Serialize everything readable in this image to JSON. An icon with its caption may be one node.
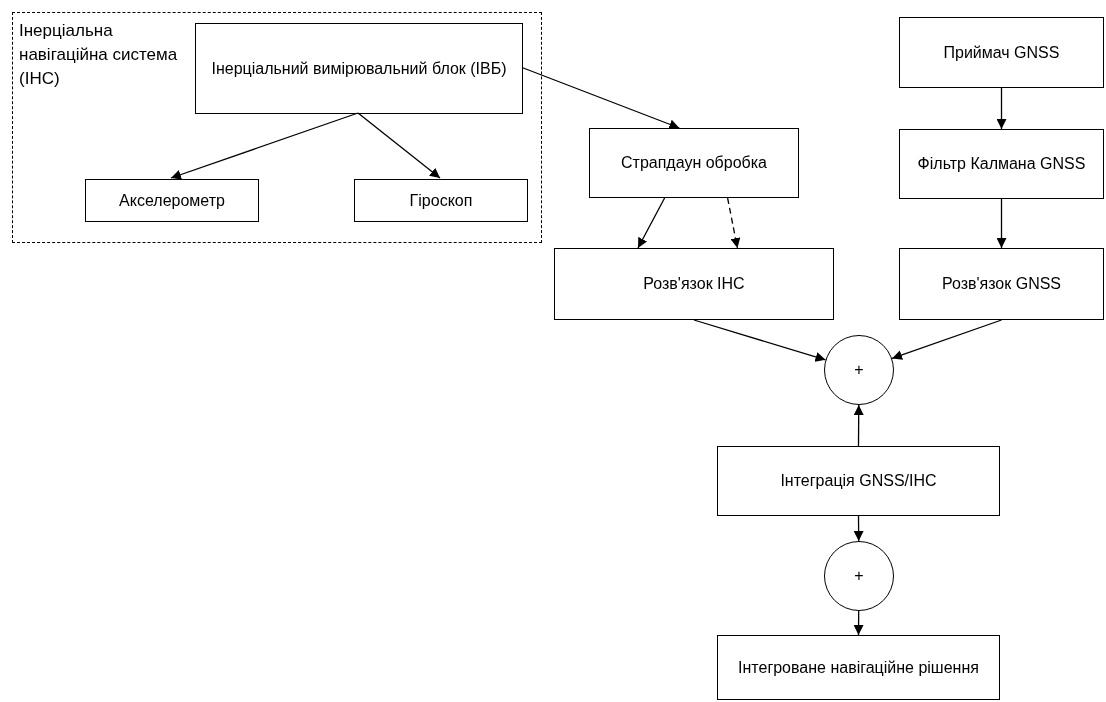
{
  "diagram": {
    "nodes": [
      {
        "text": [
          "Інерціальна навігаційна система (ІНС)"
        ]
      },
      {
        "text": [
          "Інерціальний вимірювальний блок (ІВБ)"
        ],
        "in": 0
      },
      {
        "text": [
          "Акселерометр"
        ],
        "in": 0
      },
      {
        "text": [
          "Гіроскоп"
        ],
        "in": 0
      },
      {
        "text": [
          "Страпдаун обробка"
        ]
      },
      {
        "text": [
          "Розв'язок ІНС"
        ]
      },
      {
        "text": [
          "Приймач GNSS"
        ]
      },
      {
        "text": [
          "Фільтр Калмана GNSS"
        ]
      },
      {
        "text": [
          "Розв'язок GNSS"
        ]
      },
      {
        "text": [
          "+"
        ]
      },
      {
        "text": [
          "Інтеграція GNSS/ІНС"
        ]
      },
      {
        "text": [
          "+"
        ]
      },
      {
        "text": [
          "Інтегроване навігаційне рішення"
        ]
      }
    ],
    "edges": [
      {
        "from": 1,
        "to": 4,
        "arrow": "to"
      },
      {
        "from": 1,
        "to": 2,
        "arrow": "to"
      },
      {
        "from": 1,
        "to": 3,
        "arrow": "to"
      },
      {
        "from": 4,
        "to": 5,
        "arrow": "to"
      },
      {
        "from": 4,
        "to": 5,
        "arrow": "to",
        "style": "dashed"
      },
      {
        "from": 6,
        "to": 7,
        "arrow": "to"
      },
      {
        "from": 7,
        "to": 8,
        "arrow": "to"
      },
      {
        "from": 5,
        "to": 9,
        "arrow": "to"
      },
      {
        "from": 8,
        "to": 9,
        "arrow": "to"
      },
      {
        "from": 10,
        "to": 9,
        "arrow": "to"
      },
      {
        "from": 10,
        "to": 11,
        "arrow": "to"
      },
      {
        "from": 11,
        "to": 12,
        "arrow": "to"
      }
    ]
  }
}
